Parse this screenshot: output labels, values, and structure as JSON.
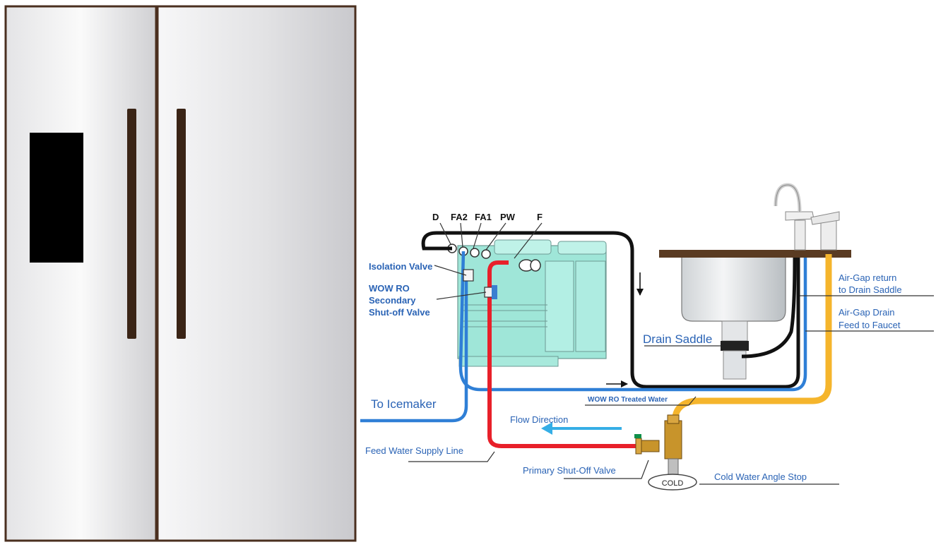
{
  "diagram": {
    "port_labels": {
      "d": "D",
      "fa2": "FA2",
      "fa1": "FA1",
      "pw": "PW",
      "f": "F"
    },
    "labels": {
      "isolation_valve": "Isolation Valve",
      "wow_ro": "WOW RO",
      "secondary": "Secondary",
      "shutoff_valve": "Shut-off Valve",
      "to_icemaker": "To Icemaker",
      "flow_direction": "Flow Direction",
      "feed_water_supply_line": "Feed Water Supply Line",
      "primary_shutoff_valve": "Primary Shut-Off Valve",
      "cold": "COLD",
      "cold_water_angle_stop": "Cold Water Angle Stop",
      "wow_ro_treated_water": "WOW RO Treated Water",
      "drain_saddle": "Drain Saddle",
      "airgap_return_1": "Air-Gap return",
      "airgap_return_2": "to Drain Saddle",
      "airgap_drain_1": "Air-Gap Drain",
      "airgap_drain_2": "Feed to Faucet"
    },
    "colors": {
      "feed_line": "#e8202a",
      "treated_line": "#2f7fd6",
      "drain_line": "#111111",
      "faucet_line": "#f5b52c",
      "ro_unit": "#9fe6d8",
      "flow_arrow": "#35aee6",
      "label_blue": "#2a63b5",
      "counter_top": "#5a3b22",
      "fridge_frame": "#4a2f1f"
    }
  }
}
